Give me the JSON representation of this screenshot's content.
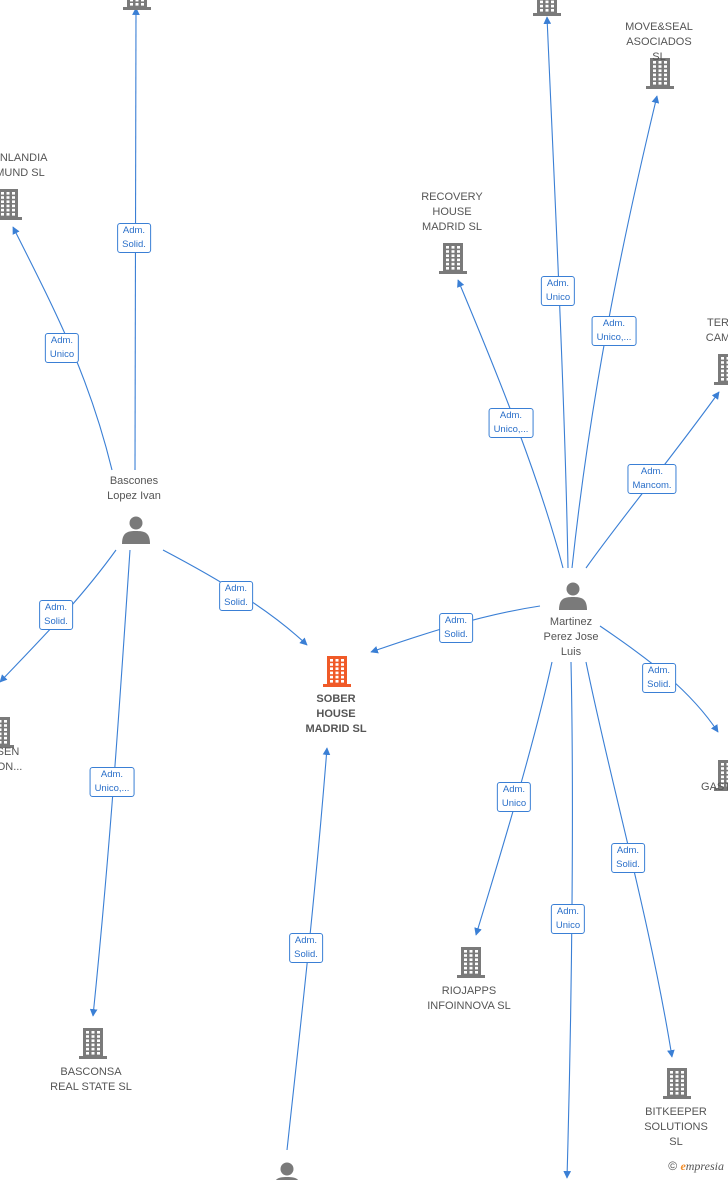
{
  "colors": {
    "edge": "#3a7fd5",
    "company": "#7a7a7a",
    "focus": "#f05a28",
    "person": "#7a7a7a",
    "label": "#555555"
  },
  "nodes": [
    {
      "id": "top-left-company",
      "type": "company",
      "label": ""
    },
    {
      "id": "top-right-company",
      "type": "company",
      "label": ""
    },
    {
      "id": "moveseal",
      "type": "company",
      "label": "MOVE&SEAL\nASOCIADOS  SL"
    },
    {
      "id": "enlandia",
      "type": "company",
      "label": "ENLANDIA\nMUND  SL"
    },
    {
      "id": "recovery",
      "type": "company",
      "label": "RECOVERY\nHOUSE\nMADRID  SL"
    },
    {
      "id": "ter",
      "type": "company",
      "label": "TER\nCAM"
    },
    {
      "id": "bascones",
      "type": "person",
      "label": "Bascones\nLopez Ivan"
    },
    {
      "id": "martinez",
      "type": "person",
      "label": "Martinez\nPerez Jose\nLuis"
    },
    {
      "id": "sober",
      "type": "focus",
      "label": "SOBER\nHOUSE\nMADRID  SL"
    },
    {
      "id": "sen",
      "type": "company",
      "label": "SEN\nION..."
    },
    {
      "id": "gast",
      "type": "company",
      "label": "GAST"
    },
    {
      "id": "riojapps",
      "type": "company",
      "label": "RIOJAPPS\nINFOINNOVA SL"
    },
    {
      "id": "basconsa",
      "type": "company",
      "label": "BASCONSA\nREAL STATE  SL"
    },
    {
      "id": "bitkeeper",
      "type": "company",
      "label": "BITKEEPER\nSOLUTIONS  SL"
    },
    {
      "id": "bottom-person",
      "type": "person",
      "label": ""
    }
  ],
  "edges": [
    {
      "from": "bascones",
      "to": "top-left-company",
      "label": "Adm.\nSolid."
    },
    {
      "from": "bascones",
      "to": "enlandia",
      "label": "Adm.\nUnico"
    },
    {
      "from": "bascones",
      "to": "sen",
      "label": "Adm.\nSolid."
    },
    {
      "from": "bascones",
      "to": "sober",
      "label": "Adm.\nSolid."
    },
    {
      "from": "bascones",
      "to": "basconsa",
      "label": "Adm.\nUnico,..."
    },
    {
      "from": "martinez",
      "to": "top-right-company",
      "label": "Adm.\nUnico"
    },
    {
      "from": "martinez",
      "to": "moveseal",
      "label": "Adm.\nUnico,..."
    },
    {
      "from": "martinez",
      "to": "recovery",
      "label": "Adm.\nUnico,..."
    },
    {
      "from": "martinez",
      "to": "ter",
      "label": "Adm.\nMancom."
    },
    {
      "from": "martinez",
      "to": "sober",
      "label": "Adm.\nSolid."
    },
    {
      "from": "martinez",
      "to": "gast",
      "label": "Adm.\nSolid."
    },
    {
      "from": "martinez",
      "to": "riojapps",
      "label": "Adm.\nUnico"
    },
    {
      "from": "martinez",
      "to": "bottom-offscreen",
      "label": "Adm.\nUnico"
    },
    {
      "from": "martinez",
      "to": "bitkeeper",
      "label": "Adm.\nSolid."
    },
    {
      "from": "bottom-person",
      "to": "sober",
      "label": "Adm.\nSolid."
    }
  ],
  "credit": {
    "copyright": "©",
    "brand_initial": "e",
    "brand_rest": "mpresia"
  }
}
